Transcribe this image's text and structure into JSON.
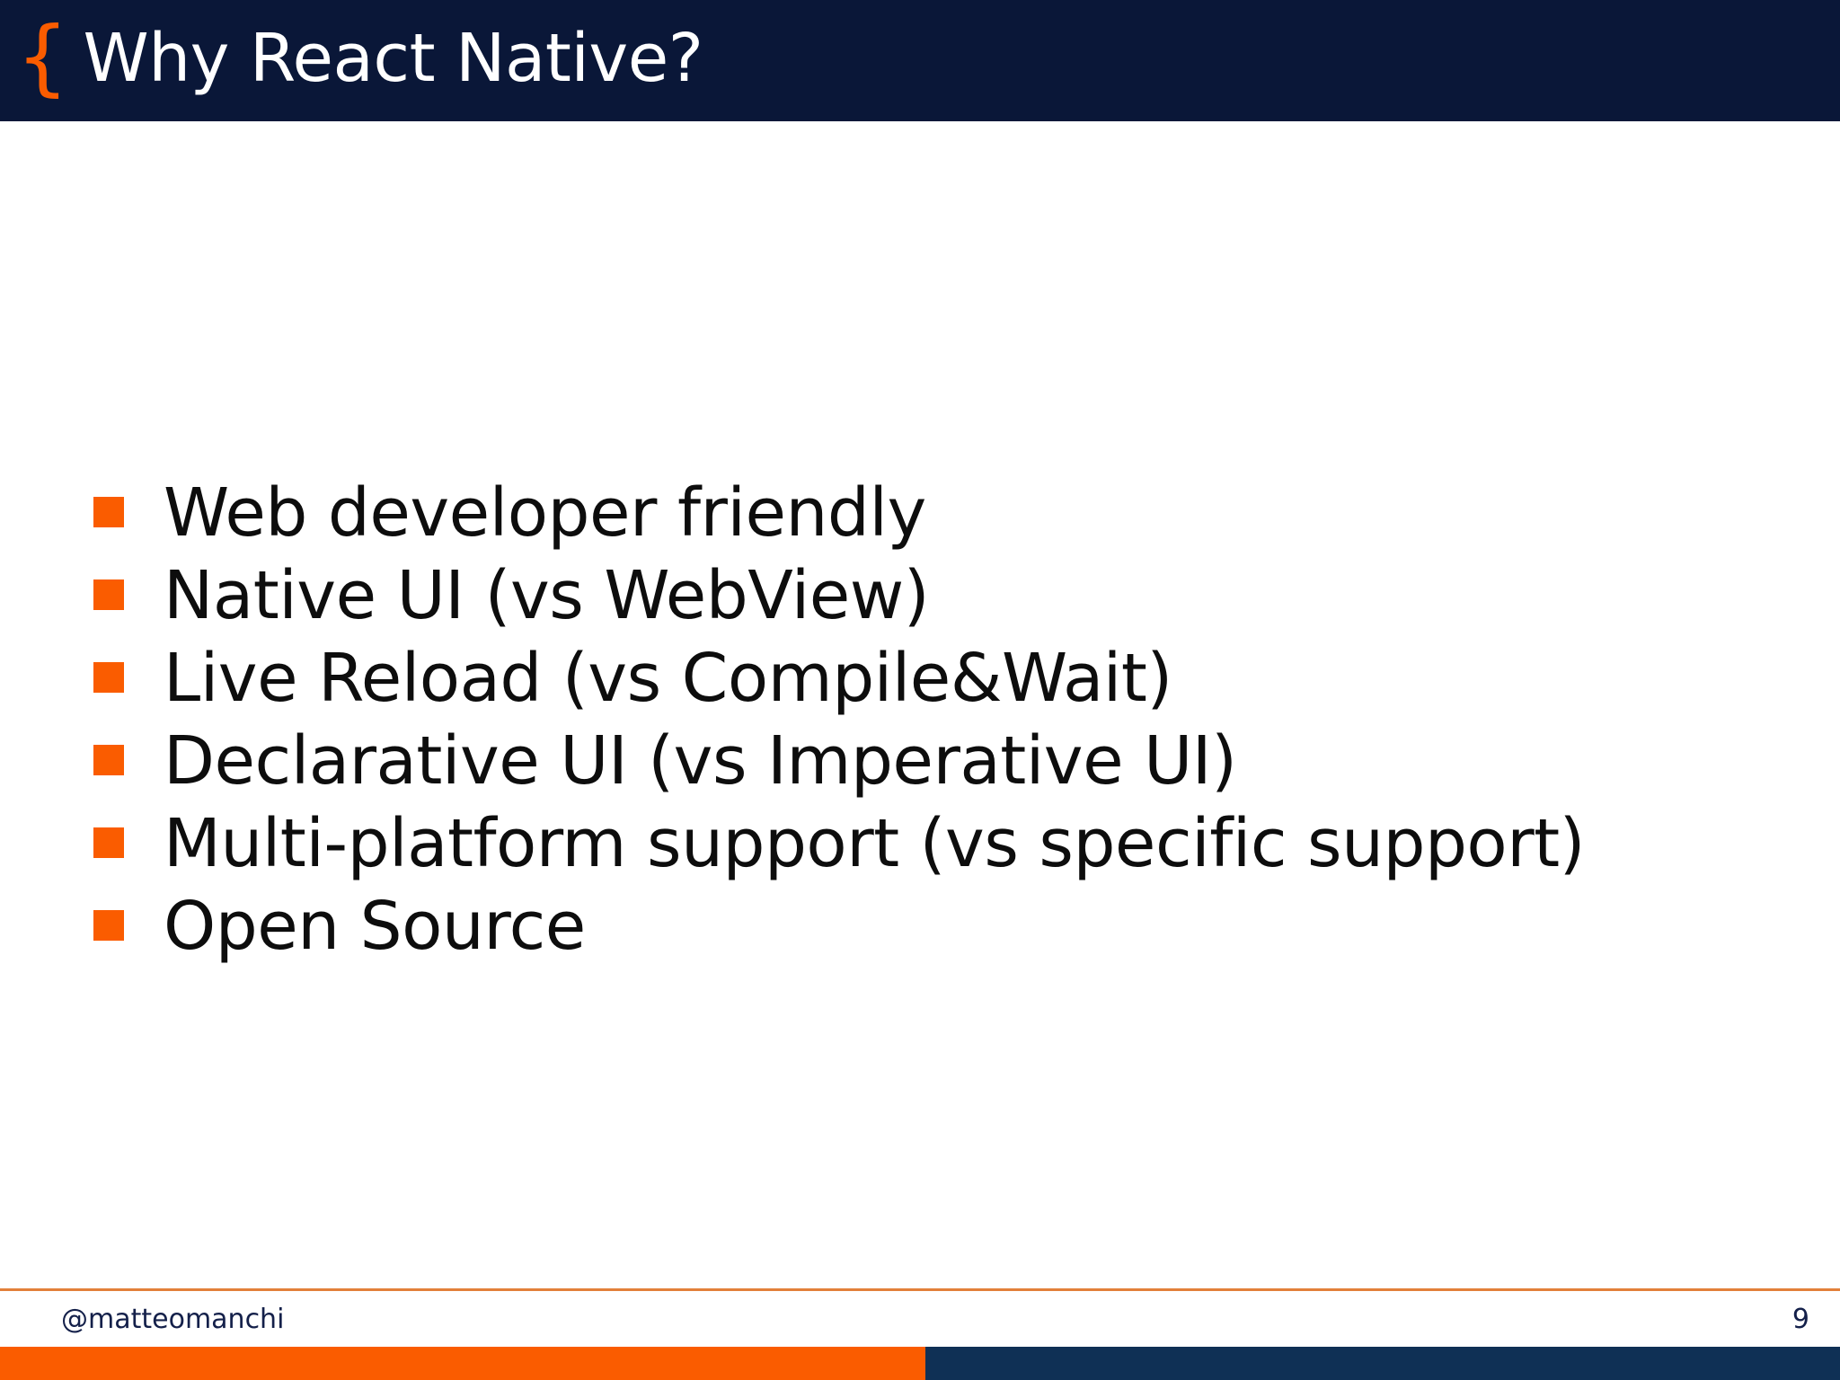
{
  "slide": {
    "title": "Why React Native?",
    "brace_glyph": "{",
    "bullets": [
      {
        "label": "Web developer friendly"
      },
      {
        "label": "Native UI (vs WebView)"
      },
      {
        "label": "Live Reload (vs Compile&Wait)"
      },
      {
        "label": "Declarative UI (vs Imperative UI)"
      },
      {
        "label": "Multi-platform support (vs specific support)"
      },
      {
        "label": "Open Source"
      }
    ],
    "footer": {
      "handle": "@matteomanchi",
      "page_number": "9"
    },
    "colors": {
      "title_bar": "#0a1738",
      "accent_orange": "#fa5c00",
      "bottom_bar_navy": "#0f3055",
      "footer_rule": "#e2803a",
      "body_text": "#0d0d0d",
      "footer_text": "#14204a",
      "background": "#ffffff"
    }
  }
}
